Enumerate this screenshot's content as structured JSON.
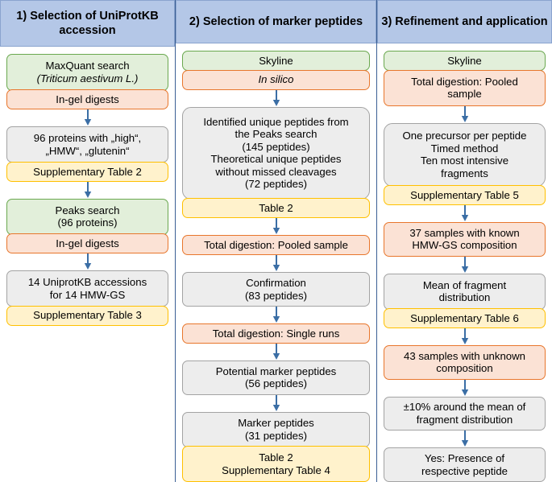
{
  "theme": {
    "header_fill": "#b4c7e7",
    "green_fill": "#e2efda",
    "green_border": "#6aa84f",
    "orange_fill": "#fbe2d5",
    "orange_border": "#e8762c",
    "gray_fill": "#ededed",
    "gray_border": "#a3a3a3",
    "yellow_fill": "#fff2cc",
    "yellow_border": "#ffc000",
    "arrow_color": "#3b6ea5"
  },
  "columns": [
    {
      "header": "1) Selection of\nUniProtKB accession",
      "nodes": {
        "n1": "MaxQuant search",
        "n1b": "(Triticum aestivum L.)",
        "n2": "In-gel digests",
        "n3": "96 proteins with „high“,\n„HMW“, „glutenin“",
        "n4": "Supplementary Table 2",
        "n5": "Peaks search\n(96 proteins)",
        "n6": "In-gel digests",
        "n7": "14 UniprotKB accessions\nfor 14 HMW-GS",
        "n8": "Supplementary Table 3"
      }
    },
    {
      "header": "2) Selection of marker\npeptides",
      "nodes": {
        "n1": "Skyline",
        "n2": "In silico",
        "n3": "Identified unique peptides from\nthe Peaks search\n(145 peptides)\nTheoretical unique peptides\nwithout missed cleavages\n(72 peptides)",
        "n4": "Table 2",
        "n5": "Total digestion: Pooled sample",
        "n6": "Confirmation\n(83 peptides)",
        "n7": "Total digestion: Single runs",
        "n8": "Potential marker peptides\n(56 peptides)",
        "n9": "Marker peptides\n(31 peptides)",
        "n10": "Table 2\nSupplementary Table 4"
      }
    },
    {
      "header": "3) Refinement and\napplication",
      "nodes": {
        "n1": "Skyline",
        "n2": "Total digestion: Pooled\nsample",
        "n3": "One precursor per peptide\nTimed method\nTen most intensive\nfragments",
        "n4": "Supplementary Table 5",
        "n5": "37 samples with known\nHMW-GS composition",
        "n6": "Mean of fragment\ndistribution",
        "n7": "Supplementary Table 6",
        "n8": "43 samples with unknown\ncomposition",
        "n9": "±10% around the mean of\nfragment distribution",
        "n10": "Yes: Presence of\nrespective peptide"
      }
    }
  ]
}
